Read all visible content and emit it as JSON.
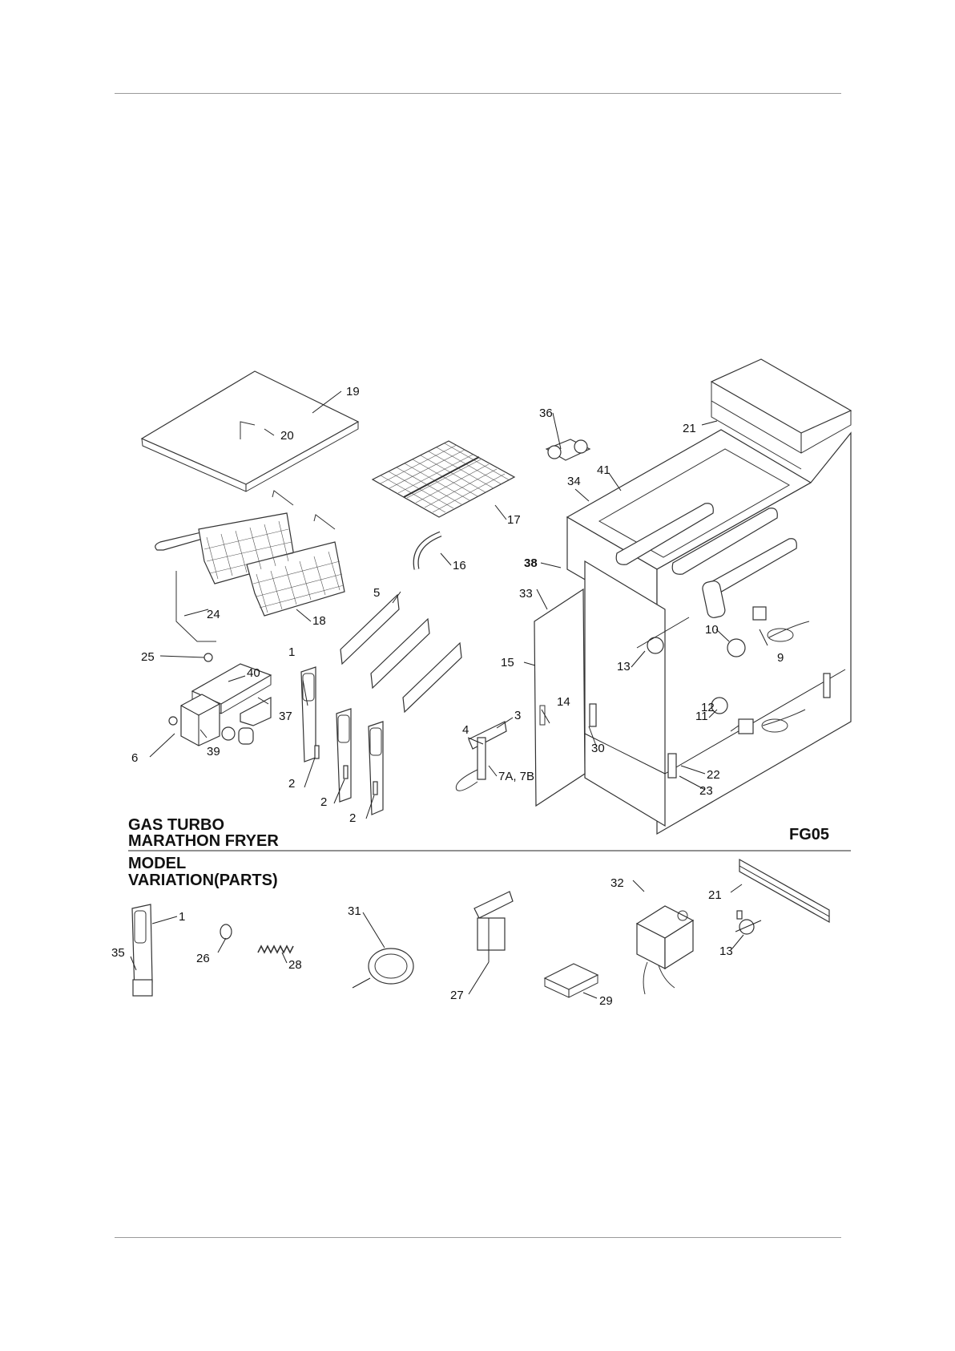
{
  "title": {
    "line1": "GAS TURBO",
    "line2": "MARATHON FRYER"
  },
  "model_code": "FG05",
  "variation_title": {
    "line1": "MODEL",
    "line2": "VARIATION(PARTS)"
  },
  "callouts": {
    "c19": "19",
    "c20": "20",
    "c36": "36",
    "c21": "21",
    "c34": "34",
    "c41": "41",
    "c17": "17",
    "c16": "16",
    "c38": "38",
    "c33": "33",
    "c5": "5",
    "c18": "18",
    "c24": "24",
    "c10": "10",
    "c9": "9",
    "c1": "1",
    "c13": "13",
    "c25": "25",
    "c40": "40",
    "c15": "15",
    "c37": "37",
    "c11": "11",
    "c14": "14",
    "c12": "12",
    "c3": "3",
    "c4": "4",
    "c30": "30",
    "c6": "6",
    "c39": "39",
    "c22": "22",
    "c7ab": "7A, 7B",
    "c2a": "2",
    "c23": "23",
    "c2b": "2",
    "c2c": "2"
  },
  "variation_callouts": {
    "v32": "32",
    "v21": "21",
    "v31": "31",
    "v1": "1",
    "v35": "35",
    "v26": "26",
    "v28": "28",
    "v13": "13",
    "v27": "27",
    "v29": "29"
  }
}
